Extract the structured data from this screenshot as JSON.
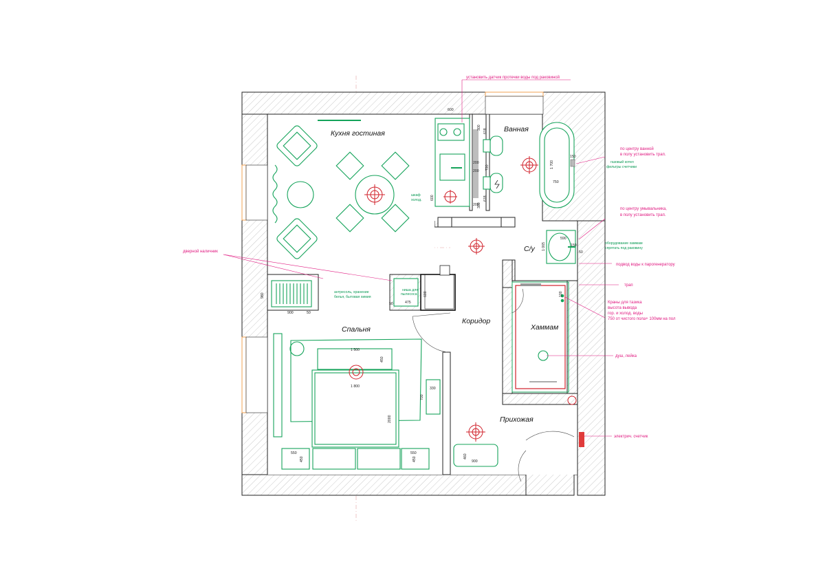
{
  "rooms": {
    "kitchen": "Кухня гостиная",
    "bath": "Ванная",
    "wc": "С/у",
    "corridor": "Коридор",
    "bedroom": "Спальня",
    "hammam": "Хаммам",
    "hall": "Прихожая"
  },
  "annotations": {
    "leak_sensor": "установить датчик протечки воды под раковиной",
    "bath_drain_1": "по центру ванной",
    "bath_drain_2": "в полу установить трап.",
    "boiler_1": "газовый котел",
    "boiler_2": "фильтры счетчики",
    "sink_drain_1": "по центру умывальника,",
    "sink_drain_2": "в полу установить трап.",
    "hammam_equipment_1": "оборудование хаммам",
    "hammam_equipment_2": "спрятать под раковину",
    "steam_supply": "подвод воды к парогенератору",
    "drain": "трап",
    "taps_1": "Краны для тазика",
    "taps_2": "высота вывода",
    "taps_3": "гор. и холод. воды",
    "taps_4": "750 от чистого пола+ 100мм на пол",
    "shower": "душ, лейка",
    "meter": "электрич. счетчик",
    "door_trim": "дверной наличник",
    "closet_1": "антресоль, хранение",
    "closet_2": "белья, бытовая химия",
    "niche_1": "ниша для",
    "niche_2": "пылесоса",
    "cabinet_1": "шкаф",
    "cabinet_2": "холод."
  },
  "dimensions": {
    "d600_top": "600",
    "d300_a": "300",
    "d618_a": "618",
    "d200_a": "200",
    "d720": "720",
    "d200_b": "200",
    "d300_b": "300",
    "d618_b": "618",
    "d600_side": "600",
    "d1700": "1 700",
    "d750_bath": "750",
    "d150_bath": "150",
    "d1065": "1 065",
    "d590": "590",
    "d150_wc": "150",
    "d50_wc": "50",
    "d980": "980",
    "d900_closet": "900",
    "d50_closet": "50",
    "d50_niche": "50",
    "d475": "475",
    "d600_cab": "600",
    "d1500": "1 500",
    "d450_head": "450",
    "d1800": "1 800",
    "d2000": "2000",
    "d330": "330",
    "d700": "700",
    "d550_l": "550",
    "d450_l": "450",
    "d550_r": "550",
    "d450_r": "450",
    "d100_h": "100",
    "d460": "460",
    "d900_hall": "900"
  },
  "colors": {
    "furniture": "#14a35a",
    "plumbing": "#d0202a",
    "annotation": "#e0177f",
    "walls": "#222222",
    "window": "#f0a050",
    "meter": "#e03a3a"
  }
}
